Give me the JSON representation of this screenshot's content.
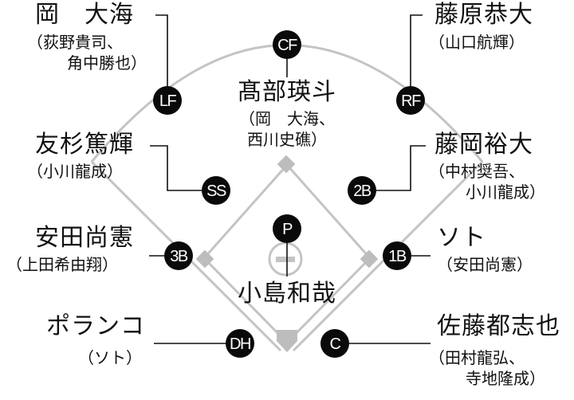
{
  "positions": {
    "cf": {
      "code": "CF",
      "name": "髙部瑛斗",
      "backup_1": "（岡　大海、",
      "backup_2": "西川史礁）"
    },
    "lf": {
      "code": "LF",
      "name": "岡　大海",
      "backup_1": "（荻野貴司、",
      "backup_2": "角中勝也）"
    },
    "rf": {
      "code": "RF",
      "name": "藤原恭大",
      "backup_1": "（山口航輝）",
      "backup_2": ""
    },
    "ss": {
      "code": "SS",
      "name": "友杉篤輝",
      "backup_1": "（小川龍成）",
      "backup_2": ""
    },
    "second": {
      "code": "2B",
      "name": "藤岡裕大",
      "backup_1": "（中村奨吾、",
      "backup_2": "小川龍成）"
    },
    "third": {
      "code": "3B",
      "name": "安田尚憲",
      "backup_1": "（上田希由翔）",
      "backup_2": ""
    },
    "first": {
      "code": "1B",
      "name": "ソト",
      "backup_1": "（安田尚憲）",
      "backup_2": ""
    },
    "pitcher": {
      "code": "P",
      "name": "小島和哉"
    },
    "dh": {
      "code": "DH",
      "name": "ポランコ",
      "backup_1": "（ソト）",
      "backup_2": ""
    },
    "catcher": {
      "code": "C",
      "name": "佐藤都志也",
      "backup_1": "（田村龍弘、",
      "backup_2": "寺地隆成）"
    }
  },
  "colors": {
    "field_lines": "#bdbdbd",
    "markers": "#0a0a0a",
    "text": "#111111"
  }
}
